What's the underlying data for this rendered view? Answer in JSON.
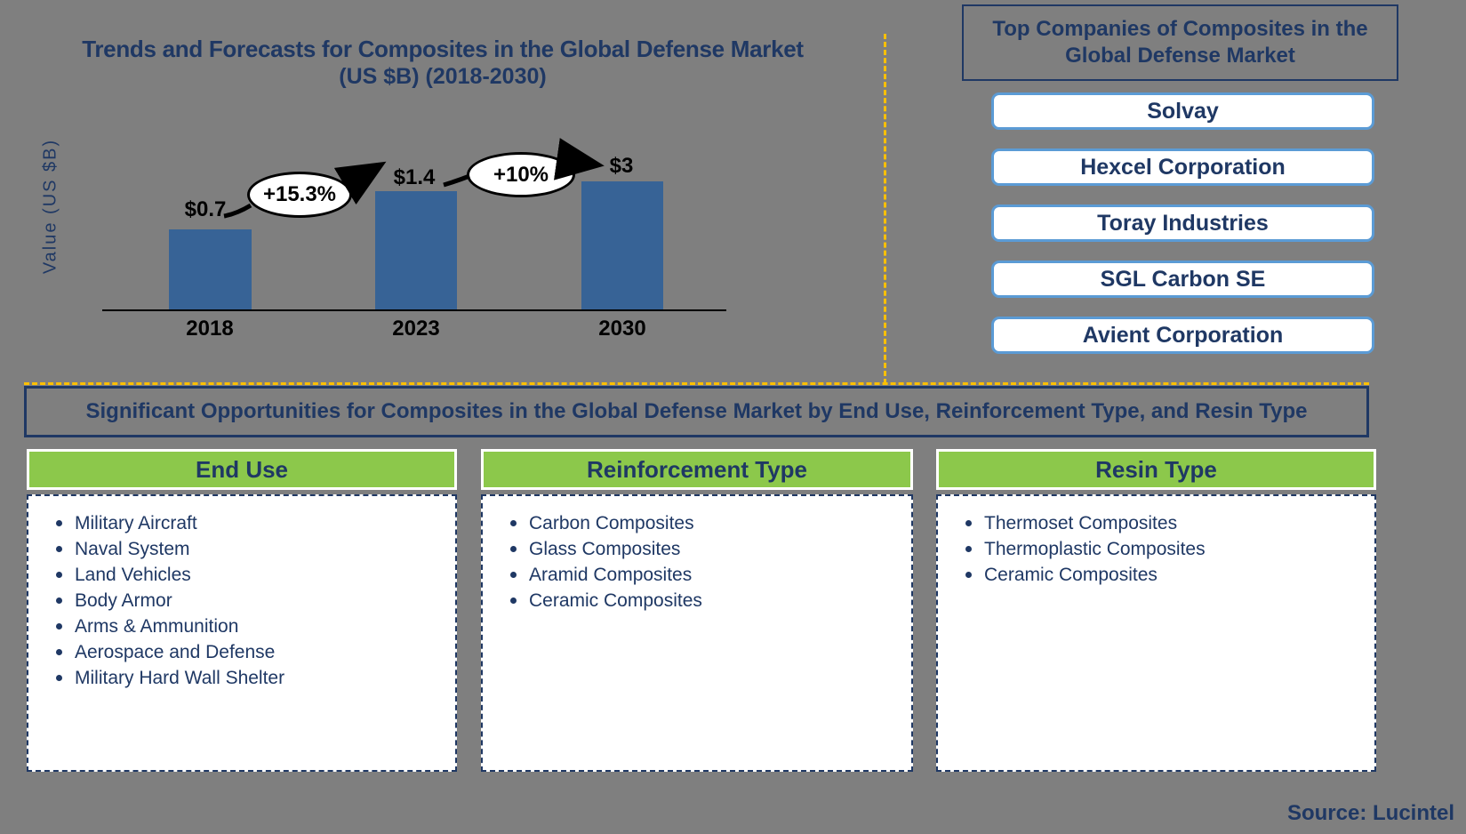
{
  "page": {
    "background": "#7f7f7f",
    "source_label": "Source: Lucintel"
  },
  "colors": {
    "navy_text": "#1F3864",
    "bar_blue": "#376396",
    "header_green": "#8CC84B",
    "button_border_blue": "#5B9BD5",
    "divider_orange": "#FFC000",
    "chart_text_black": "#000000"
  },
  "chart": {
    "title_line1": "Trends and Forecasts for Composites in the Global Defense Market",
    "title_line2": "(US $B) (2018-2030)",
    "y_axis_label": "Value (US $B)"
  },
  "chart_data": {
    "type": "bar",
    "categories": [
      "2018",
      "2023",
      "2030"
    ],
    "values": [
      0.7,
      1.4,
      3
    ],
    "value_labels": [
      "$0.7",
      "$1.4",
      "$3"
    ],
    "title": "Trends and Forecasts for Composites in the Global Defense Market (US $B) (2018-2030)",
    "xlabel": "",
    "ylabel": "Value (US $B)",
    "legend": false,
    "grid": false,
    "bar_color": "#376396",
    "annotations": [
      {
        "between": [
          "2018",
          "2023"
        ],
        "label": "+15.3%"
      },
      {
        "between": [
          "2023",
          "2030"
        ],
        "label": "+10%"
      }
    ]
  },
  "companies": {
    "title": "Top Companies of Composites in the Global Defense Market",
    "items": [
      "Solvay",
      "Hexcel Corporation",
      "Toray Industries",
      "SGL Carbon SE",
      "Avient Corporation"
    ]
  },
  "opportunities": {
    "banner": "Significant Opportunities for Composites in the Global Defense Market  by End Use, Reinforcement Type, and Resin Type",
    "columns": [
      {
        "header": "End Use",
        "items": [
          "Military Aircraft",
          "Naval System",
          "Land Vehicles",
          "Body Armor",
          "Arms & Ammunition",
          "Aerospace and Defense",
          "Military Hard Wall Shelter"
        ]
      },
      {
        "header": "Reinforcement Type",
        "items": [
          "Carbon Composites",
          "Glass Composites",
          "Aramid Composites",
          "Ceramic Composites"
        ]
      },
      {
        "header": "Resin Type",
        "items": [
          "Thermoset Composites",
          "Thermoplastic Composites",
          "Ceramic Composites"
        ]
      }
    ]
  }
}
